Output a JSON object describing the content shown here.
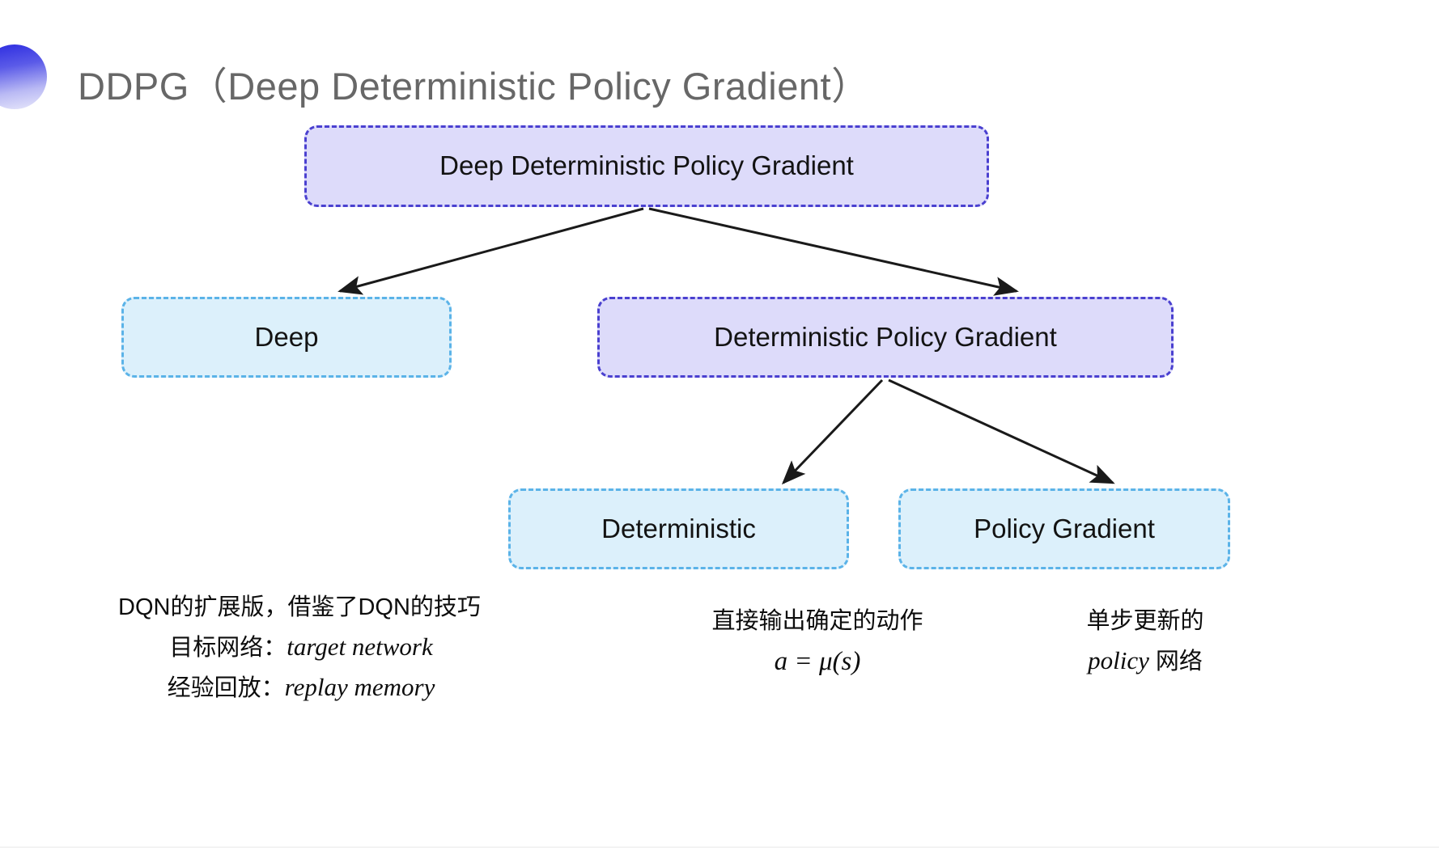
{
  "slide": {
    "title": "DDPG（Deep Deterministic Policy Gradient）",
    "bullet_icon": "gradient-circle-bullet",
    "title_color": "#676767",
    "background": "#ffffff"
  },
  "colors": {
    "purple_fill": "#dddbfa",
    "purple_border": "#4a40d0",
    "cyan_fill": "#dcf0fb",
    "cyan_border": "#5bb3e8",
    "arrow": "#1a1a1a"
  },
  "diagram": {
    "type": "tree",
    "nodes": [
      {
        "id": "root",
        "label": "Deep Deterministic Policy Gradient",
        "style": "purple",
        "level": 0
      },
      {
        "id": "deep",
        "label": "Deep",
        "style": "cyan",
        "level": 1
      },
      {
        "id": "dpg",
        "label": "Deterministic Policy Gradient",
        "style": "purple",
        "level": 1
      },
      {
        "id": "deterministic",
        "label": "Deterministic",
        "style": "cyan",
        "level": 2
      },
      {
        "id": "policy_gradient",
        "label": "Policy Gradient",
        "style": "cyan",
        "level": 2
      }
    ],
    "edges": [
      {
        "from": "root",
        "to": "deep"
      },
      {
        "from": "root",
        "to": "dpg"
      },
      {
        "from": "dpg",
        "to": "deterministic"
      },
      {
        "from": "dpg",
        "to": "policy_gradient"
      }
    ]
  },
  "notes": {
    "deep": {
      "line1": "DQN的扩展版，借鉴了DQN的技巧",
      "line2_label": "目标网络：",
      "line2_term": "target network",
      "line3_label": "经验回放：",
      "line3_term": "replay memory"
    },
    "deterministic": {
      "line1": "直接输出确定的动作",
      "formula": "a = μ(s)"
    },
    "policy_gradient": {
      "line1": "单步更新的",
      "line2_term": "policy",
      "line2_suffix": " 网络"
    }
  }
}
